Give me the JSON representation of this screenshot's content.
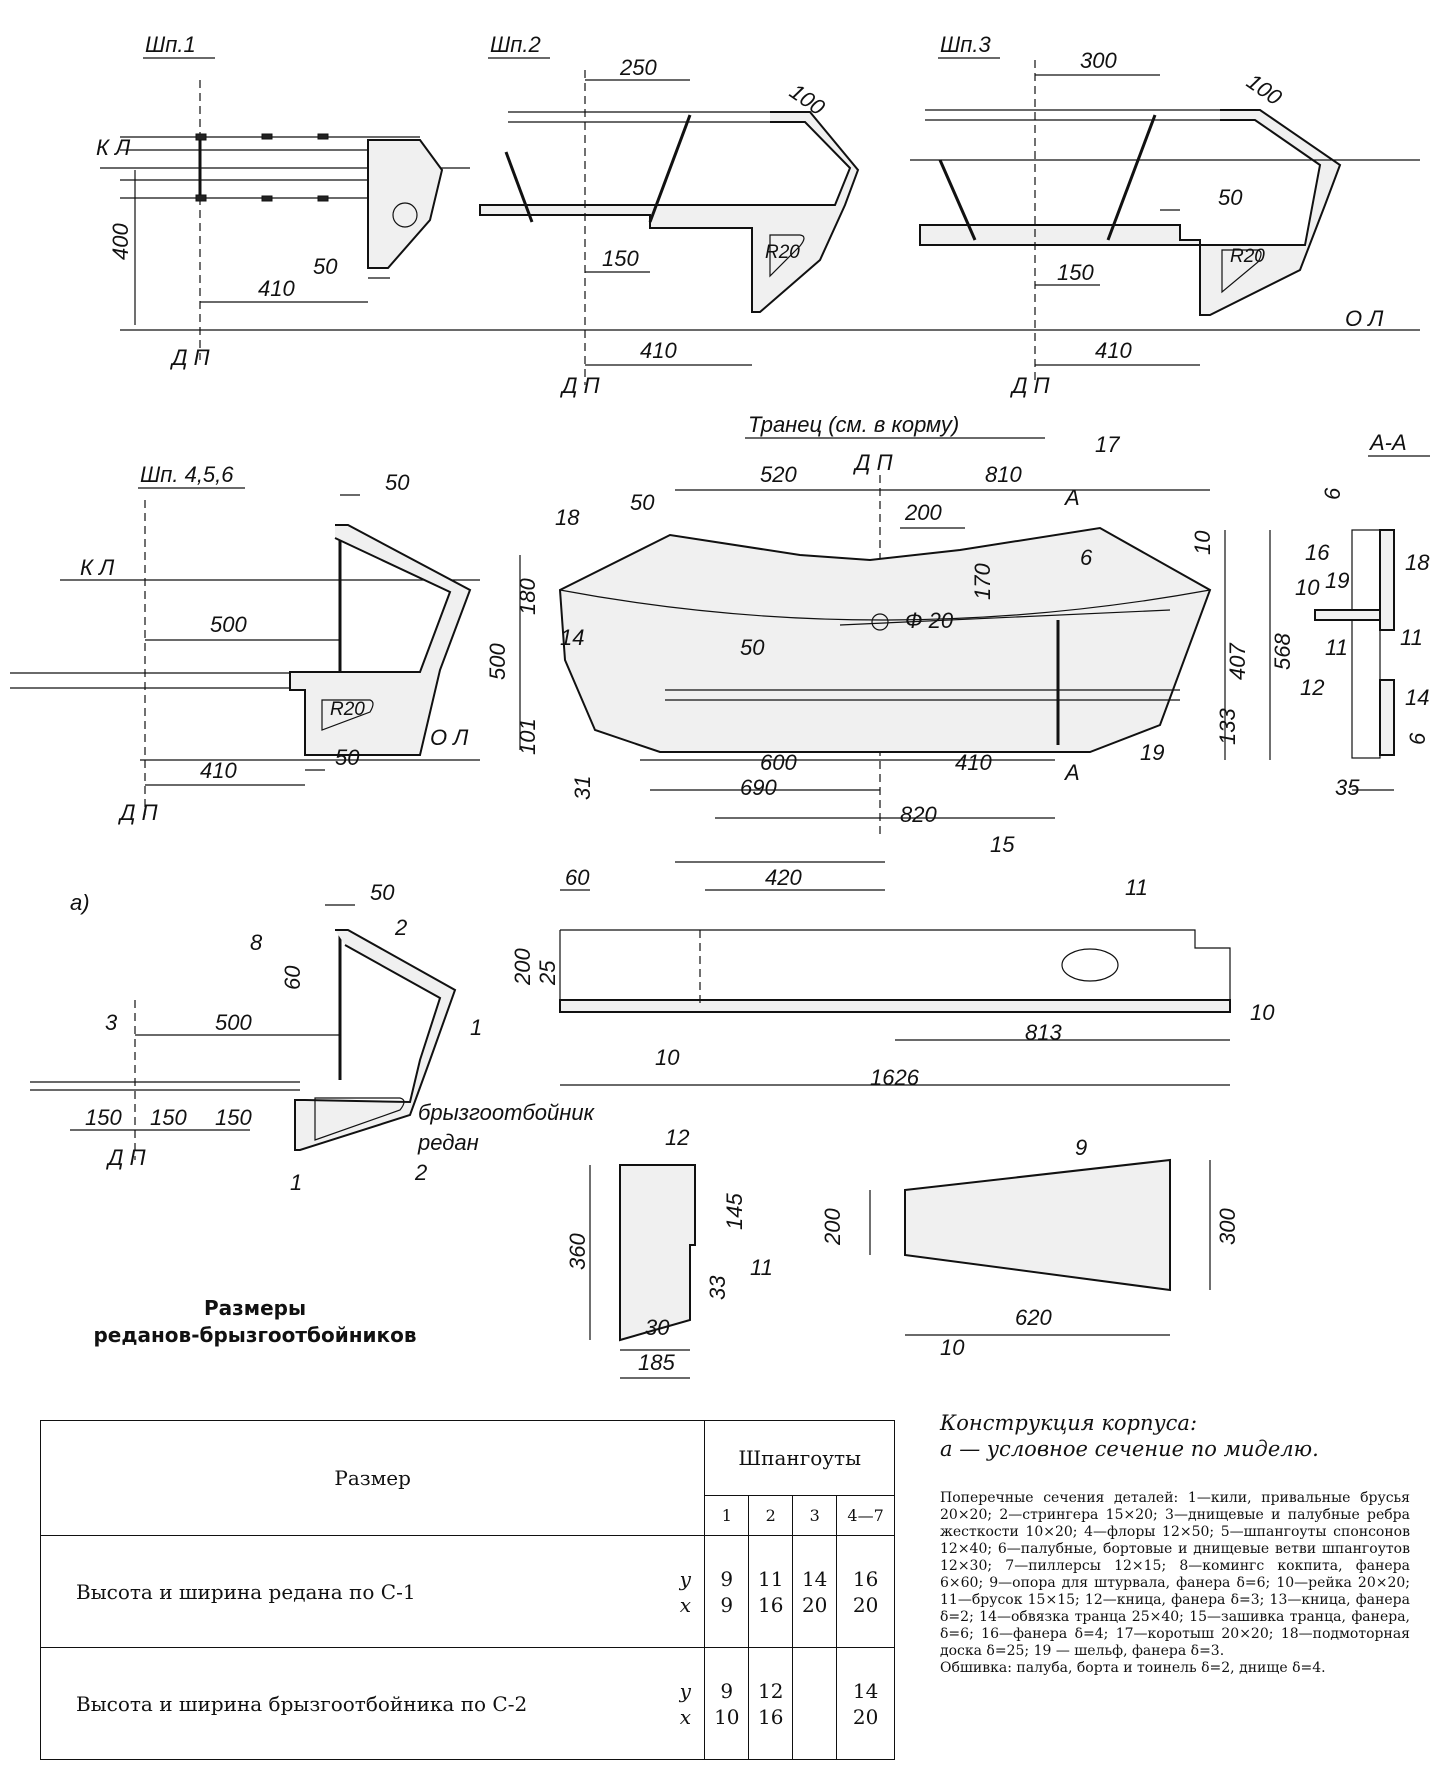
{
  "sections": {
    "shp1": "Шп.1",
    "shp2": "Шп.2",
    "shp3": "Шп.3",
    "shp456": "Шп. 4,5,6",
    "transom": "Транец (см. в корму)",
    "aa": "А-А",
    "variant_a": "а)"
  },
  "markers": {
    "kl": "К Л",
    "ol": "О Л",
    "dp": "Д П",
    "a": "А",
    "splash": "брызгоотбойник",
    "redan": "редан",
    "phi20": "Ф 20",
    "r20": "R20"
  },
  "dimensions": {
    "d400": "400",
    "d410": "410",
    "d50": "50",
    "d250": "250",
    "d100": "100",
    "d150": "150",
    "d300": "300",
    "d500": "500",
    "d520": "520",
    "d810": "810",
    "d200": "200",
    "d180": "180",
    "d170": "170",
    "d6": "6",
    "d10": "10",
    "d407": "407",
    "d568": "568",
    "d133": "133",
    "d101": "101",
    "d31": "31",
    "d600": "600",
    "d690": "690",
    "d820": "820",
    "d35": "35",
    "d60": "60",
    "d420": "420",
    "d25": "25",
    "d813": "813",
    "d1626": "1626",
    "d360": "360",
    "d145": "145",
    "d33": "33",
    "d30": "30",
    "d185": "185",
    "d620": "620"
  },
  "parts": {
    "p1": "1",
    "p2": "2",
    "p3": "3",
    "p8": "8",
    "p9": "9",
    "p10": "10",
    "p11": "11",
    "p12": "12",
    "p14": "14",
    "p15": "15",
    "p16": "16",
    "p17": "17",
    "p18": "18",
    "p19": "19"
  },
  "headline": {
    "line1": "Размеры",
    "line2": "реданов-брызгоотбойников"
  },
  "table": {
    "col_size": "Размер",
    "col_frames": "Шпангоуты",
    "frames": [
      "1",
      "2",
      "3",
      "4—7"
    ],
    "rows": [
      {
        "label": "Высота и ширина редана по С-1",
        "axes": [
          "y",
          "x"
        ],
        "values": [
          [
            "9",
            "9"
          ],
          [
            "11",
            "16"
          ],
          [
            "14",
            "20"
          ],
          [
            "16",
            "20"
          ]
        ]
      },
      {
        "label": "Высота и ширина брызгоотбойника по С-2",
        "axes": [
          "y",
          "x"
        ],
        "values": [
          [
            "9",
            "10"
          ],
          [
            "12",
            "16"
          ],
          [
            "",
            ""
          ],
          [
            "14",
            "20"
          ]
        ]
      }
    ]
  },
  "caption": {
    "title": "Конструкция корпуса:",
    "subtitle": "а — условное сечение по миделю.",
    "legend": "Поперечные сечения деталей: 1—кили, привальные брусья 20×20; 2—стрингера 15×20; 3—днищевые и палубные ребра жесткости 10×20; 4—флоры 12×50; 5—шпангоуты спонсонов 12×40; 6—палубные, бортовые и днищевые ветви шпангоутов 12×30; 7—пиллерсы 12×15; 8—комингс кокпита, фанера 6×60; 9—опора для штурвала, фанера δ=6; 10—рейка 20×20; 11—брусок 15×15; 12—кница, фанера δ=3; 13—кница, фанера δ=2; 14—обвязка транца 25×40; 15—зашивка транца, фанера, δ=6; 16—фанера δ=4; 17—коротыш 20×20; 18—подмоторная доска δ=25; 19 — шельф, фанера δ=3.",
    "sheathing": "Обшивка: палуба, борта и тоинель δ=2, днище δ=4."
  }
}
